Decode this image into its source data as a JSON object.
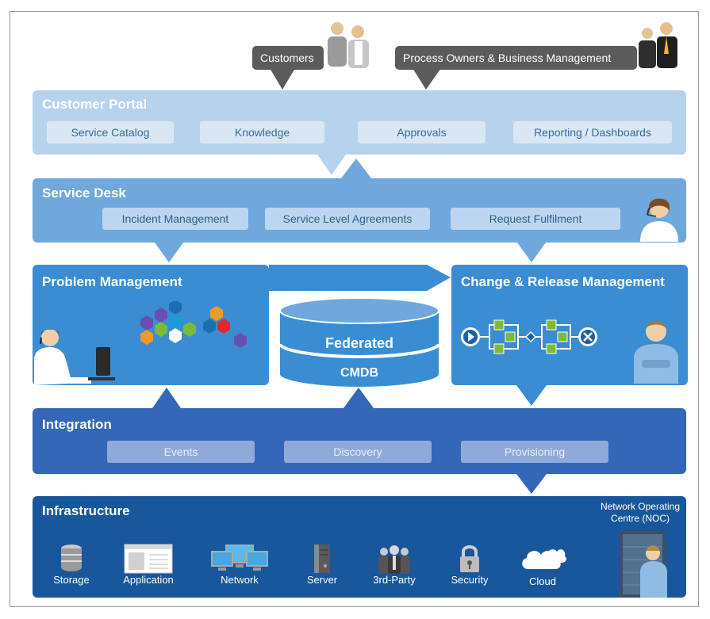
{
  "bubbles": {
    "customers": "Customers",
    "process_owners": "Process Owners & Business Management"
  },
  "customer_portal": {
    "title": "Customer Portal",
    "items": [
      "Service Catalog",
      "Knowledge",
      "Approvals",
      "Reporting  / Dashboards"
    ]
  },
  "service_desk": {
    "title": "Service Desk",
    "items": [
      "Incident Management",
      "Service Level Agreements",
      "Request Fulfilment"
    ]
  },
  "problem_management": {
    "title": "Problem Management"
  },
  "cmdb": {
    "line1": "Federated",
    "line2": "CMDB"
  },
  "change_release": {
    "title": "Change & Release Management"
  },
  "integration": {
    "title": "Integration",
    "items": [
      "Events",
      "Discovery",
      "Provisioning"
    ]
  },
  "infrastructure": {
    "title": "Infrastructure",
    "noc_line1": "Network Operating",
    "noc_line2": "Centre (NOC)",
    "items": [
      {
        "label": "Storage",
        "icon": "storage-icon"
      },
      {
        "label": "Application",
        "icon": "application-icon"
      },
      {
        "label": "Network",
        "icon": "network-icon"
      },
      {
        "label": "Server",
        "icon": "server-icon"
      },
      {
        "label": "3rd-Party",
        "icon": "third-party-icon"
      },
      {
        "label": "Security",
        "icon": "security-icon"
      },
      {
        "label": "Cloud",
        "icon": "cloud-icon"
      }
    ]
  },
  "colors": {
    "portal": "#b6d2ec",
    "service_desk": "#6ea8dd",
    "middle": "#3a8dd2",
    "integration": "#3367b7",
    "infrastructure": "#18579b",
    "bubble": "#5b5b5b"
  }
}
